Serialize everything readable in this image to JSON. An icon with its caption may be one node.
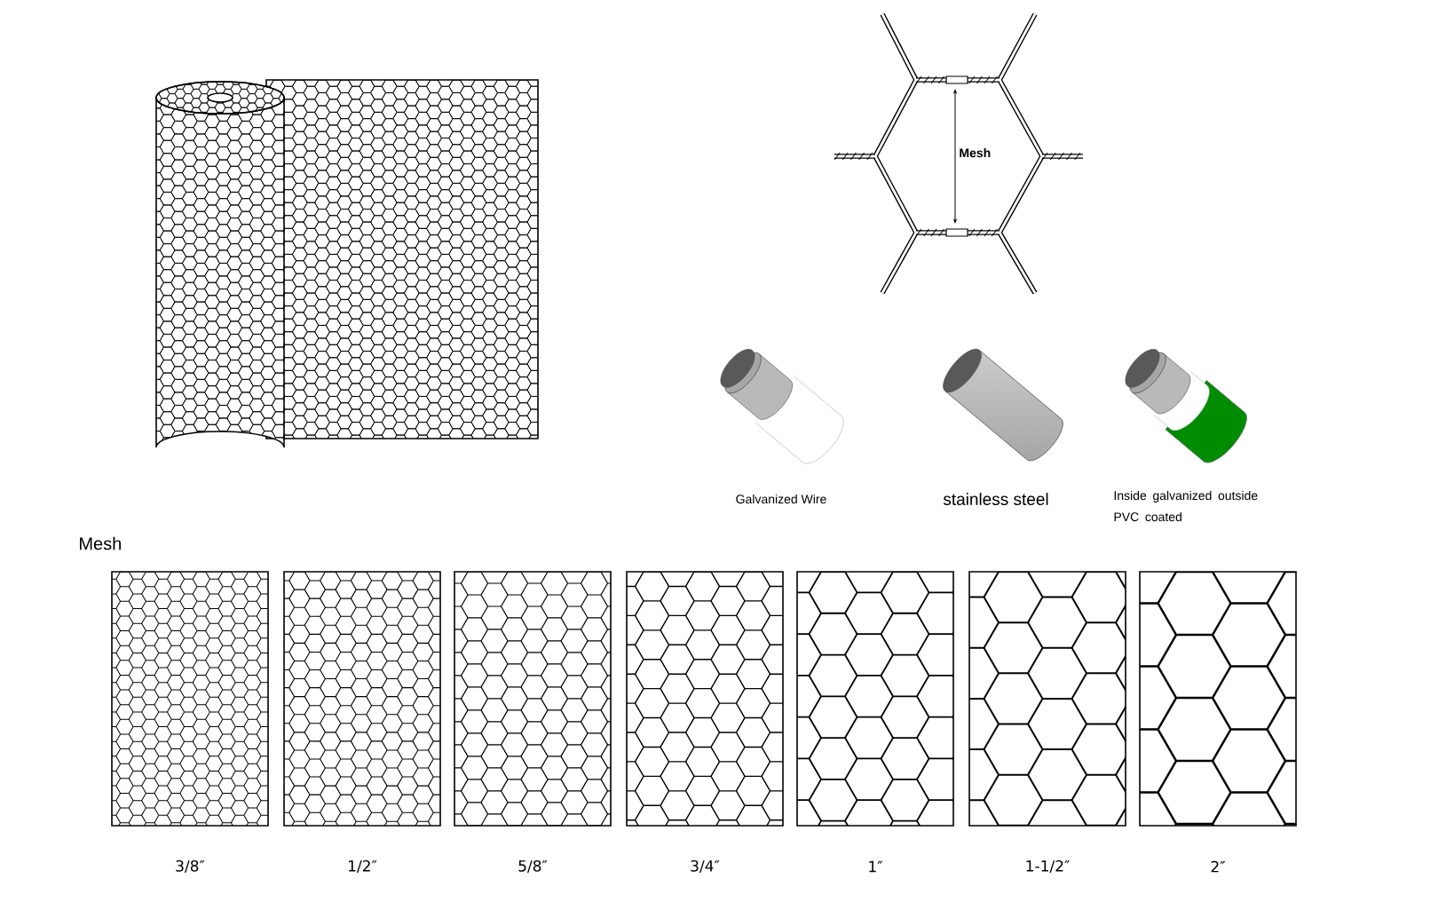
{
  "diagram": {
    "labels": [
      "Mesh",
      "Galvanized Wire",
      "stainless steel",
      "Inside galvanized outside PVC coated",
      "Mesh",
      "3/8″",
      "1/2″",
      "5/8″",
      "3/4″",
      "1″",
      "1-1/2″",
      "2″"
    ]
  }
}
